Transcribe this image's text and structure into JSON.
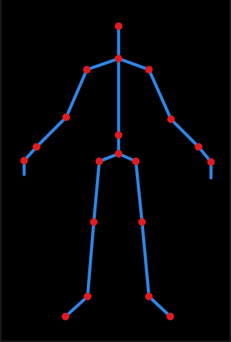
{
  "colors": {
    "background": "#000000",
    "bone": "#2f86e6",
    "joint": "#e01c22"
  },
  "skeleton": {
    "joints": [
      "head",
      "neck",
      "shoulder-left",
      "shoulder-right",
      "elbow-left",
      "elbow-right",
      "wrist-left",
      "wrist-right",
      "hand-left",
      "hand-right",
      "spine-mid",
      "spine-base",
      "hip-left",
      "hip-right",
      "knee-left",
      "knee-right",
      "ankle-left",
      "ankle-right",
      "foot-left",
      "foot-right"
    ],
    "bones": [
      [
        "head",
        "neck"
      ],
      [
        "neck",
        "shoulder-left"
      ],
      [
        "neck",
        "shoulder-right"
      ],
      [
        "shoulder-left",
        "elbow-left"
      ],
      [
        "elbow-left",
        "wrist-left"
      ],
      [
        "wrist-left",
        "hand-left"
      ],
      [
        "shoulder-right",
        "elbow-right"
      ],
      [
        "elbow-right",
        "wrist-right"
      ],
      [
        "wrist-right",
        "hand-right"
      ],
      [
        "neck",
        "spine-mid"
      ],
      [
        "spine-mid",
        "spine-base"
      ],
      [
        "spine-base",
        "hip-left"
      ],
      [
        "spine-base",
        "hip-right"
      ],
      [
        "hip-left",
        "knee-left"
      ],
      [
        "knee-left",
        "ankle-left"
      ],
      [
        "ankle-left",
        "foot-left"
      ],
      [
        "hip-right",
        "knee-right"
      ],
      [
        "knee-right",
        "ankle-right"
      ],
      [
        "ankle-right",
        "foot-right"
      ]
    ]
  }
}
